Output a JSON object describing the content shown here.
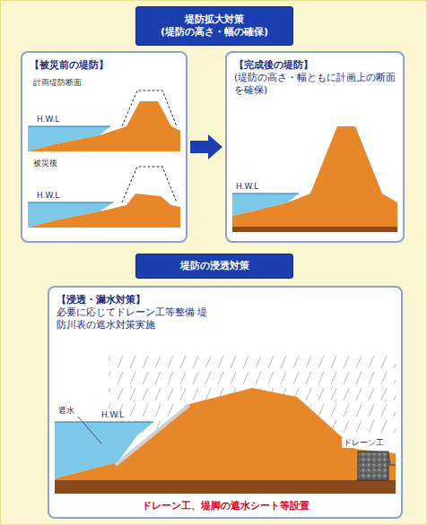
{
  "diagram": {
    "nodes": [
      {
        "text": [
          "堤防拡大対策",
          "(堤防の高さ・幅の確保)"
        ]
      },
      {
        "text": [
          "【被災前の堤防】"
        ]
      },
      {
        "text": [
          "【完成後の堤防】",
          "(堤防の高さ・幅ともに計画上の断面を確保)"
        ]
      },
      {
        "text": [
          "堤防の浸透対策"
        ]
      },
      {
        "text": [
          "【浸透・漏水対策】",
          "必要に応じてドレーン工等整備 堤防川表の遮水対策実施"
        ]
      }
    ],
    "edges": [
      {
        "from": 1,
        "to": 2,
        "arrow": "to"
      }
    ],
    "labels": [
      "計画堤防断面",
      "H.W.L",
      "被災後",
      "H.W.L",
      "H.W.L",
      "遮水",
      "H.W.L",
      "ドレーン工",
      "ドレーン工、堤脚の遮水シート等設置"
    ]
  }
}
